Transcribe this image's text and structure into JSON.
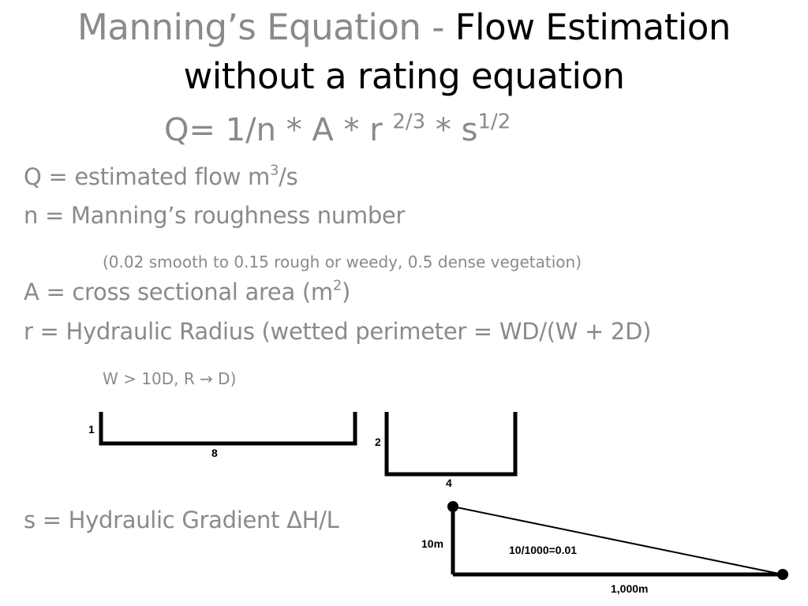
{
  "title": {
    "part1": "Manning’s Equation - ",
    "part2": "Flow Estimation",
    "line2": "without a  rating equation"
  },
  "formula": {
    "main": "Q= 1/n * A * r ",
    "exp1": "2/3",
    "mid": " * s",
    "exp2": "1/2"
  },
  "definitions": {
    "q_prefix": "Q = estimated flow m",
    "q_sup": "3",
    "q_suffix": "/s",
    "n": "n = Manning’s roughness number",
    "n_note": "(0.02 smooth to 0.15 rough or weedy, 0.5 dense vegetation)",
    "a_prefix": "A = cross sectional area (m",
    "a_sup": "2",
    "a_suffix": ")",
    "r": "r = Hydraulic Radius (wetted perimeter = WD/(W + 2D)",
    "r_note": "W > 10D, R → D)",
    "s": "s = Hydraulic Gradient ΔH/L"
  },
  "channel_wide": {
    "depth_label": "1",
    "width_label": "8"
  },
  "channel_narrow": {
    "depth_label": "2",
    "width_label": "4"
  },
  "gradient_diagram": {
    "height_label": "10m",
    "slope_label": "10/1000=0.01",
    "length_label": "1,000m"
  }
}
